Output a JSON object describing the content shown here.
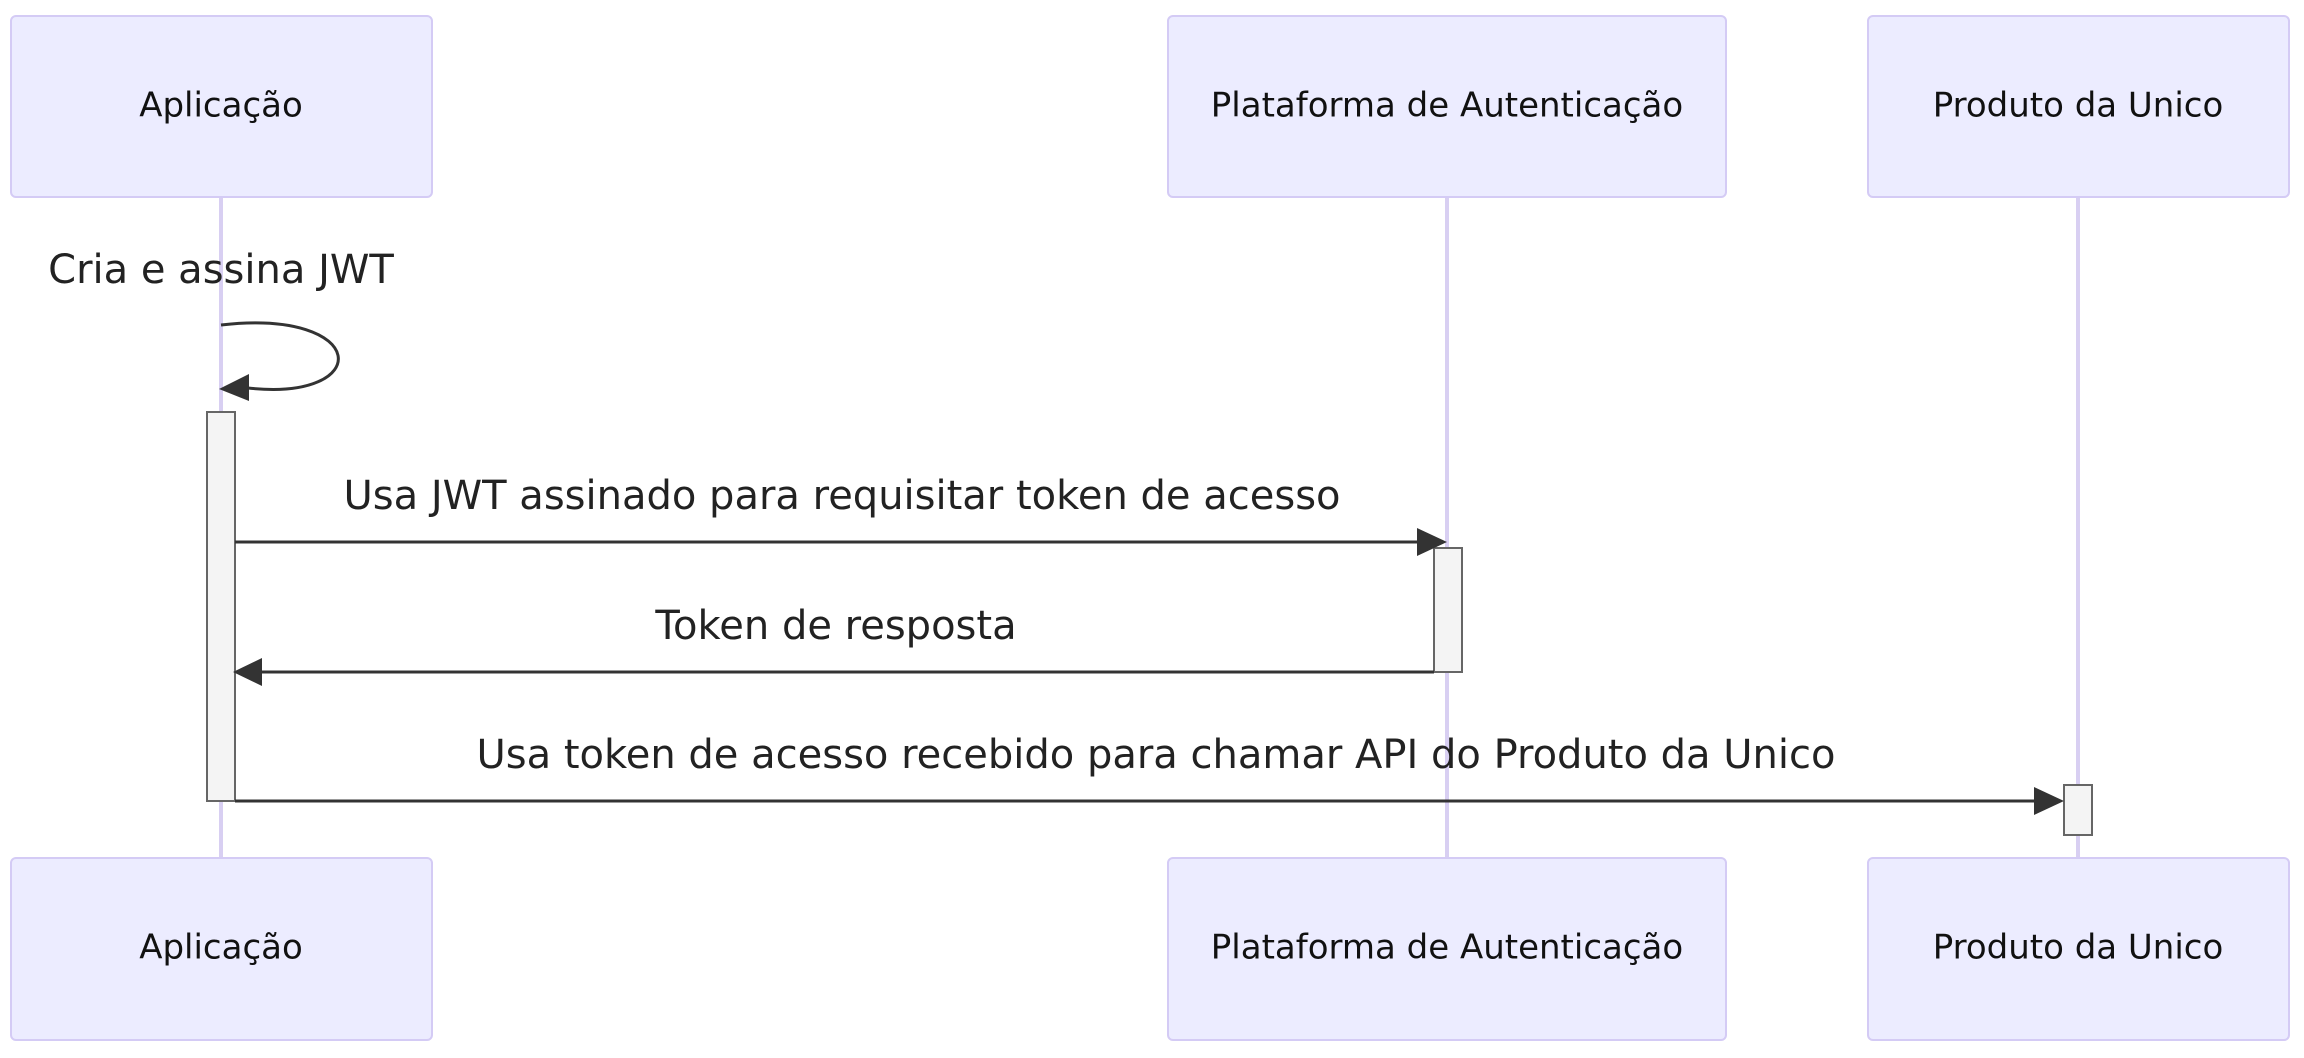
{
  "participants": [
    {
      "id": "app",
      "label": "Aplicação"
    },
    {
      "id": "auth",
      "label": "Plataforma de Autenticação"
    },
    {
      "id": "prod",
      "label": "Produto da Unico"
    }
  ],
  "messages": [
    {
      "id": "m1",
      "from": "app",
      "to": "app",
      "label": "Cria e assina JWT"
    },
    {
      "id": "m2",
      "from": "app",
      "to": "auth",
      "label": "Usa JWT assinado para requisitar token de acesso"
    },
    {
      "id": "m3",
      "from": "auth",
      "to": "app",
      "label": "Token de resposta"
    },
    {
      "id": "m4",
      "from": "app",
      "to": "prod",
      "label": "Usa token de acesso recebido para chamar API do Produto da Unico"
    }
  ],
  "colors": {
    "actor_fill": "#ececff",
    "actor_stroke": "#d4cbf5",
    "lifeline": "#d8cff2",
    "activation_fill": "#f4f4f4",
    "line": "#333333",
    "text": "#111111"
  }
}
